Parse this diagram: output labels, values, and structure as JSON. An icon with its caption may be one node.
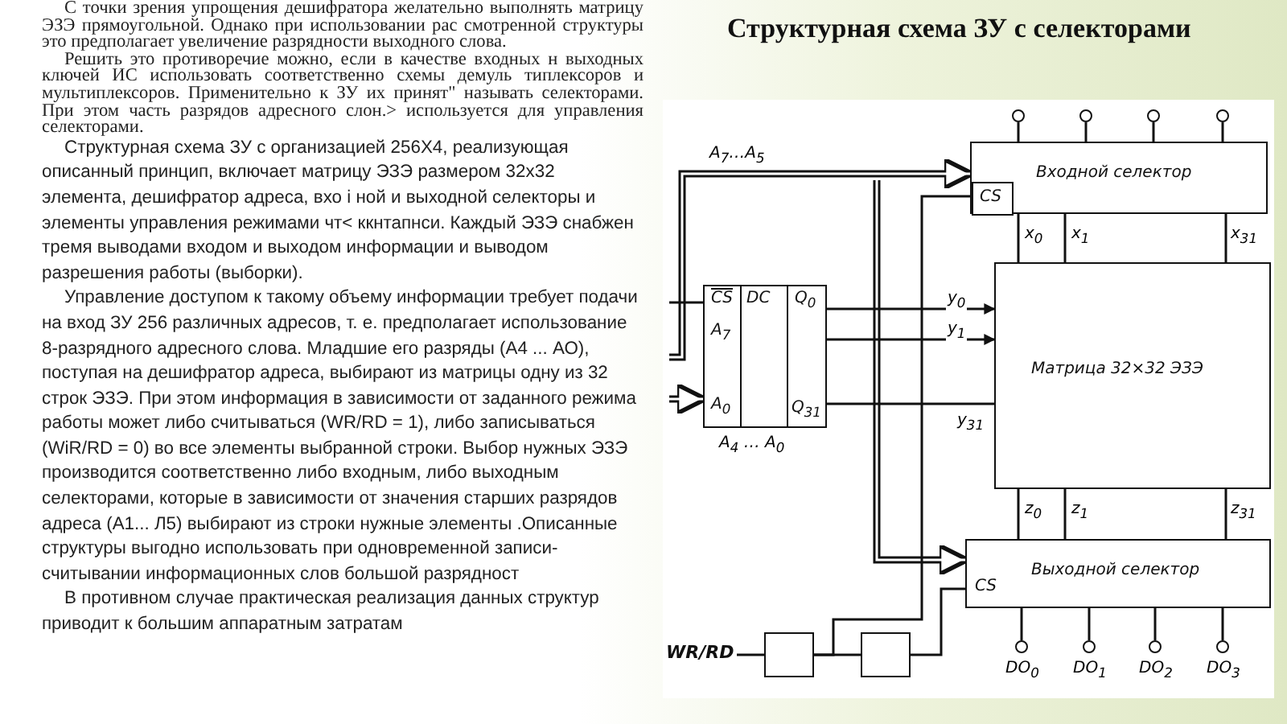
{
  "diagram": {
    "title": "Структурная схема ЗУ с селекторами",
    "nodes": [
      {
        "text": [
          "Входной селектор"
        ]
      },
      {
        "text": [
          "CS"
        ],
        "in": 0
      },
      {
        "text": [
          "CS",
          "DC",
          "A$_{7}$",
          "A$_{0}$",
          "Q$_{0}$",
          "Q$_{31}$"
        ]
      },
      {
        "text": [
          "Матрица 32×32 ЭЗЭ"
        ]
      },
      {
        "text": [
          "Выходной селектор",
          "CS"
        ]
      },
      {
        "text": [],
        "shape": "box"
      },
      {
        "text": [],
        "shape": "box"
      },
      {
        "text": [],
        "shape": "circle"
      },
      {
        "text": [],
        "shape": "circle"
      },
      {
        "text": [],
        "shape": "circle"
      },
      {
        "text": [],
        "shape": "circle"
      },
      {
        "text": [],
        "shape": "circle",
        "beside": [
          "DO$_{0}$"
        ]
      },
      {
        "text": [],
        "shape": "circle",
        "beside": [
          "DO$_{1}$"
        ]
      },
      {
        "text": [],
        "shape": "circle",
        "beside": [
          "DO$_{2}$"
        ]
      },
      {
        "text": [],
        "shape": "circle",
        "beside": [
          "DO$_{3}$"
        ]
      },
      {
        "text": [
          "WR/RD"
        ]
      }
    ],
    "edges": [
      {
        "from": null,
        "to": 0,
        "arrow": "to",
        "style": "thick",
        "label": "A$_{7}$…A$_{5}$"
      },
      {
        "from": null,
        "to": 4,
        "arrow": "to",
        "style": "thick"
      },
      {
        "from": null,
        "to": 2,
        "arrow": "to",
        "style": "thick",
        "label": "A$_{4}$ … A$_{0}$"
      },
      {
        "from": null,
        "to": 2,
        "arrow": "none"
      },
      {
        "from": 2,
        "to": 3,
        "arrow": "to",
        "label": "y$_{0}$"
      },
      {
        "from": 2,
        "to": 3,
        "arrow": "to",
        "label": "y$_{1}$"
      },
      {
        "from": 2,
        "to": 3,
        "arrow": "none",
        "label": "y$_{31}$"
      },
      {
        "from": 0,
        "to": 3,
        "arrow": "none",
        "label": "x$_{0}$"
      },
      {
        "from": 0,
        "to": 3,
        "arrow": "none",
        "label": "x$_{1}$"
      },
      {
        "from": 0,
        "to": 3,
        "arrow": "none",
        "label": "x$_{31}$"
      },
      {
        "from": 3,
        "to": 4,
        "arrow": "none",
        "label": "z$_{0}$"
      },
      {
        "from": 3,
        "to": 4,
        "arrow": "none",
        "label": "z$_{1}$"
      },
      {
        "from": 3,
        "to": 4,
        "arrow": "none",
        "label": "z$_{31}$"
      },
      {
        "from": 7,
        "to": 0,
        "arrow": "none"
      },
      {
        "from": 8,
        "to": 0,
        "arrow": "none"
      },
      {
        "from": 9,
        "to": 0,
        "arrow": "none"
      },
      {
        "from": 10,
        "to": 0,
        "arrow": "none"
      },
      {
        "from": 4,
        "to": 11,
        "arrow": "none"
      },
      {
        "from": 4,
        "to": 12,
        "arrow": "none"
      },
      {
        "from": 4,
        "to": 13,
        "arrow": "none"
      },
      {
        "from": 4,
        "to": 14,
        "arrow": "none"
      },
      {
        "from": 15,
        "to": 5,
        "arrow": "none"
      },
      {
        "from": 5,
        "to": 6,
        "arrow": "none"
      },
      {
        "from": 5,
        "to": 1,
        "arrow": "none"
      },
      {
        "from": 6,
        "to": 4,
        "arrow": "none"
      }
    ],
    "labels": [
      "С точки зрения упрощения дешифратора желательно выполнять матрицу ЭЗЭ прямоугольной. Однако при использовании рас смотренной структуры это предполагает увеличение разрядности выходного слова.",
      "Решить это противоречие можно, если в качестве входных н выходных ключей ИС использовать соответственно схемы демуль типлексоров и мультиплексоров. Применительно к ЗУ их принят\" называть селекторами. При этом часть разрядов адресного слон.> используется для управления селекторами.",
      "Структурная схема ЗУ с организацией 256Х4, реализующая описанный принцип, включает матрицу ЭЗЭ размером 32x32 элемента, дешифратор адреса, вхо і ной и выходной селекторы и элементы управления режимами чт< ккнтапнси. Каждый ЭЗЭ снабжен тремя выводами входом и выходом информации и выводом разрешения работы (выборки).",
      "Управление доступом к такому объему информации требует подачи на вход ЗУ 256 различных адресов, т. е. предполагает использование 8-разрядного адресного слова. Младшие его разряды (А4 ... АО), поступая на дешифратор адреса, выбирают из матрицы одну из 32 строк ЭЗЭ. При этом информация в зависимости от заданного режима работы может либо считываться (WR/RD = 1), либо записываться (WiR/RD = 0) во все элементы выбранной строки. Выбор нужных ЭЗЭ производится соответственно либо входным, либо выходным селекторами, которые в зависимости от значения старших разрядов адреса (А1... Л5) выбирают из строки нужные элементы .Описанные структуры выгодно использовать при одновременной записи-считывании информационных слов большой разрядност",
      "В противном случае практическая реализация данных структур приводит к большим аппаратным затратам"
    ]
  }
}
